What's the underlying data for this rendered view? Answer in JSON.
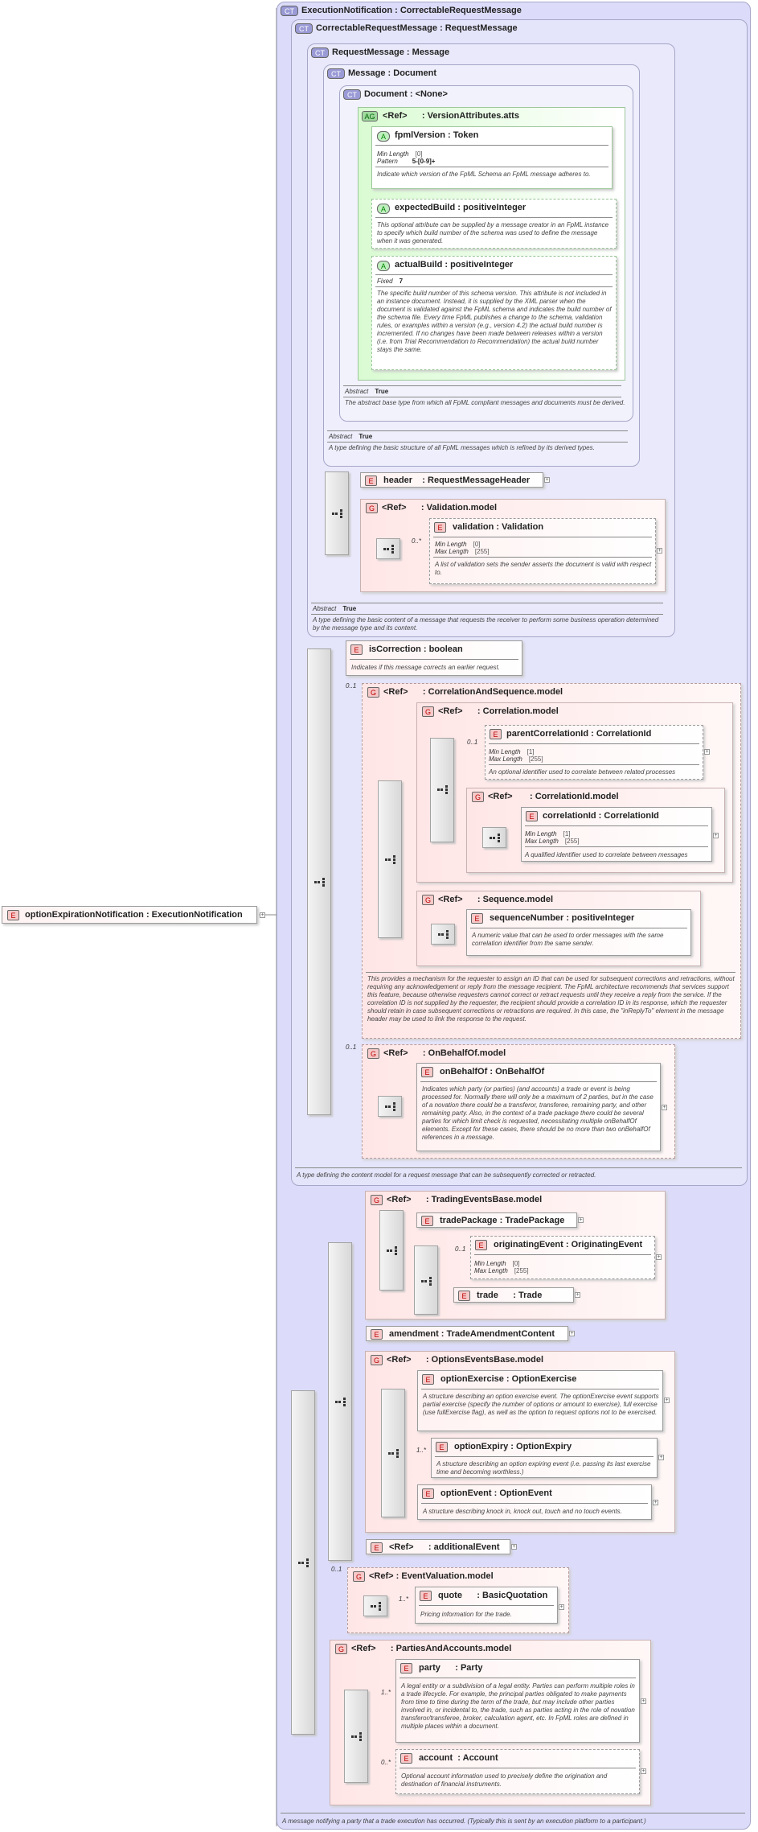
{
  "root_element": {
    "badge": "E",
    "name": "optionExpirationNotification",
    "type": "ExecutionNotification"
  },
  "types": {
    "execution": {
      "badge": "CT",
      "name": "ExecutionNotification",
      "base": "CorrectableRequestMessage",
      "desc": "A message notifying a party that a trade execution has occurred. (Typically this is sent by an execution platform to a participant.)"
    },
    "correctable": {
      "badge": "CT",
      "name": "CorrectableRequestMessage",
      "base": "RequestMessage",
      "desc": "A type defining the content model for a request message that can be subsequently corrected or retracted."
    },
    "request": {
      "badge": "CT",
      "name": "RequestMessage",
      "base": "Message",
      "abstract_label": "Abstract",
      "abstract_value": "True",
      "desc": "A type defining the basic content of a message that requests the receiver to perform some business operation determined by the message type and its content."
    },
    "message": {
      "badge": "CT",
      "name": "Message",
      "base": "Document",
      "abstract_label": "Abstract",
      "abstract_value": "True",
      "desc": "A type defining the basic structure of all FpML messages which is refined by its derived types."
    },
    "document": {
      "badge": "CT",
      "name": "Document",
      "base": "<None>",
      "abstract_label": "Abstract",
      "abstract_value": "True",
      "desc": "The abstract base type from which all FpML compliant messages and documents must be derived."
    }
  },
  "attr_group": {
    "badge": "AG",
    "ref": "<Ref>",
    "name": "VersionAttributes.atts"
  },
  "attributes": [
    {
      "badge": "A",
      "name": "fpmlVersion",
      "type": "Token",
      "facets": [
        {
          "k": "Min Length",
          "v": "[0]"
        },
        {
          "k": "Pattern",
          "v": "5-[0-9]+"
        }
      ],
      "desc": "Indicate which version of the FpML Schema an FpML message adheres to."
    },
    {
      "badge": "A",
      "name": "expectedBuild",
      "type": "positiveInteger",
      "facets": [],
      "desc": "This optional attribute can be supplied by a message creator in an FpML instance to specify which build number of the schema was used to define the message when it was generated."
    },
    {
      "badge": "A",
      "name": "actualBuild",
      "type": "positiveInteger",
      "facets": [
        {
          "k": "Fixed",
          "v": "7"
        }
      ],
      "desc": "The specific build number of this schema version. This attribute is not included in an instance document. Instead, it is supplied by the XML parser when the document is validated against the FpML schema and indicates the build number of the schema file. Every time FpML publishes a change to the schema, validation rules, or examples within a version (e.g., version 4.2) the actual build number is incremented. If no changes have been made between releases within a version (i.e. from Trial Recommendation to Recommendation) the actual build number stays the same."
    }
  ],
  "header": {
    "badge": "E",
    "name": "header",
    "type": "RequestMessageHeader"
  },
  "validation_group": {
    "badge": "G",
    "ref": "<Ref>",
    "name": "Validation.model"
  },
  "validation": {
    "badge": "E",
    "name": "validation",
    "type": "Validation",
    "occ": "0..*",
    "facets": [
      {
        "k": "Min Length",
        "v": "[0]"
      },
      {
        "k": "Max Length",
        "v": "[255]"
      }
    ],
    "desc": "A list of validation sets the sender asserts the document is valid with respect to."
  },
  "isCorrection": {
    "badge": "E",
    "name": "isCorrection",
    "type": "boolean",
    "desc": "Indicates if this message corrects an earlier request."
  },
  "corr_seq": {
    "badge": "G",
    "ref": "<Ref>",
    "name": "CorrelationAndSequence.model",
    "occ": "0..1",
    "desc": "This provides a mechanism for the requester to assign an ID that can be used for subsequent corrections and retractions, without requiring any acknowledgement or reply from the message recipient. The FpML architecture recommends that services support this feature, because otherwise requesters cannot correct or retract requests until they receive a reply from the service. If the correlation ID is not supplied by the requester, the recipient should provide a correlation ID in its response, which the requester should retain in case subsequent corrections or retractions are required. In this case, the \"inReplyTo\" element in the message header may be used to link the response to the request."
  },
  "correlation_model": {
    "badge": "G",
    "ref": "<Ref>",
    "name": "Correlation.model"
  },
  "parentCorrelationId": {
    "badge": "E",
    "name": "parentCorrelationId",
    "type": "CorrelationId",
    "occ": "0..1",
    "facets": [
      {
        "k": "Min Length",
        "v": "[1]"
      },
      {
        "k": "Max Length",
        "v": "[255]"
      }
    ],
    "desc": "An optional identifier used to correlate between related processes"
  },
  "correlationId_model": {
    "badge": "G",
    "ref": "<Ref>",
    "name": "CorrelationId.model"
  },
  "correlationId": {
    "badge": "E",
    "name": "correlationId",
    "type": "CorrelationId",
    "facets": [
      {
        "k": "Min Length",
        "v": "[1]"
      },
      {
        "k": "Max Length",
        "v": "[255]"
      }
    ],
    "desc": "A qualified identifier used to correlate between messages"
  },
  "sequence_model": {
    "badge": "G",
    "ref": "<Ref>",
    "name": "Sequence.model"
  },
  "sequenceNumber": {
    "badge": "E",
    "name": "sequenceNumber",
    "type": "positiveInteger",
    "desc": "A numeric value that can be used to order messages with the same correlation identifier from the same sender."
  },
  "onbehalf_model": {
    "badge": "G",
    "ref": "<Ref>",
    "name": "OnBehalfOf.model",
    "occ": "0..1"
  },
  "onBehalfOf": {
    "badge": "E",
    "name": "onBehalfOf",
    "type": "OnBehalfOf",
    "desc": "Indicates which party (or parties) (and accounts) a trade or event is being processed for. Normally there will only be a maximum of 2 parties, but in the case of a novation there could be a transferor, transferee, remaining party, and other remaining party. Also, in the context of a trade package there could be several parties for which limit check is requested, necessitating multiple onBehalfOf elements. Except for these cases, there should be no more than two onBehalfOf references in a message."
  },
  "trading_events": {
    "badge": "G",
    "ref": "<Ref>",
    "name": "TradingEventsBase.model"
  },
  "tradePackage": {
    "badge": "E",
    "name": "tradePackage",
    "type": "TradePackage"
  },
  "originatingEvent": {
    "badge": "E",
    "name": "originatingEvent",
    "type": "OriginatingEvent",
    "occ": "0..1",
    "facets": [
      {
        "k": "Min Length",
        "v": "[0]"
      },
      {
        "k": "Max Length",
        "v": "[255]"
      }
    ]
  },
  "trade": {
    "badge": "E",
    "name": "trade",
    "type": "Trade"
  },
  "amendment": {
    "badge": "E",
    "name": "amendment",
    "type": "TradeAmendmentContent"
  },
  "options_events": {
    "badge": "G",
    "ref": "<Ref>",
    "name": "OptionsEventsBase.model"
  },
  "optionExercise": {
    "badge": "E",
    "name": "optionExercise",
    "type": "OptionExercise",
    "desc": "A structure describing an option exercise event. The optionExercise event supports partial exercise (specify the number of options or amount to exercise), full exercise (use fullExercise flag), as well as the option to request options not to be exercised."
  },
  "optionExpiry": {
    "badge": "E",
    "name": "optionExpiry",
    "type": "OptionExpiry",
    "occ": "1..*",
    "desc": "A structure describing an option expiring event (i.e. passing its last exercise time and becoming worthless.)"
  },
  "optionEvent": {
    "badge": "E",
    "name": "optionEvent",
    "type": "OptionEvent",
    "desc": "A structure describing knock in, knock out, touch and no touch events."
  },
  "additionalEvent": {
    "badge": "E",
    "ref": "<Ref>",
    "name": "additionalEvent"
  },
  "event_valuation": {
    "badge": "G",
    "ref": "<Ref>",
    "name": "EventValuation.model",
    "occ": "0..1"
  },
  "quote": {
    "badge": "E",
    "name": "quote",
    "type": "BasicQuotation",
    "occ": "1..*",
    "desc": "Pricing information for the trade."
  },
  "parties_accounts": {
    "badge": "G",
    "ref": "<Ref>",
    "name": "PartiesAndAccounts.model"
  },
  "party": {
    "badge": "E",
    "name": "party",
    "type": "Party",
    "occ": "1..*",
    "desc": "A legal entity or a subdivision of a legal entity. Parties can perform multiple roles in a trade lifecycle. For example, the principal parties obligated to make payments from time to time during the term of the trade, but may include other parties involved in, or incidental to, the trade, such as parties acting in the role of novation transferor/transferee, broker, calculation agent, etc. In FpML roles are defined in multiple places within a document."
  },
  "account": {
    "badge": "E",
    "name": "account",
    "type": "Account",
    "occ": "0..*",
    "desc": "Optional account information used to precisely define the origination and destination of financial instruments."
  }
}
